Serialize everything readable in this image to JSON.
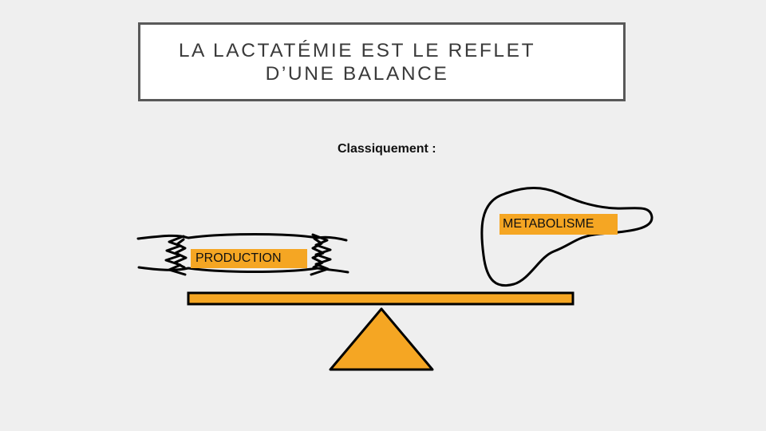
{
  "slide": {
    "title_line1": "LA LACTATÉMIE EST LE REFLET",
    "title_line2": "D’UNE BALANCE",
    "subtitle": "Classiquement :"
  },
  "labels": {
    "production": "PRODUCTION",
    "metabolisme": "METABOLISME"
  },
  "colors": {
    "background": "#efefef",
    "accent": "#f5a623",
    "title_border": "#595959",
    "outline": "#000000"
  },
  "icons": {
    "muscle": "muscle-icon",
    "liver": "liver-icon",
    "fulcrum": "fulcrum-triangle"
  }
}
